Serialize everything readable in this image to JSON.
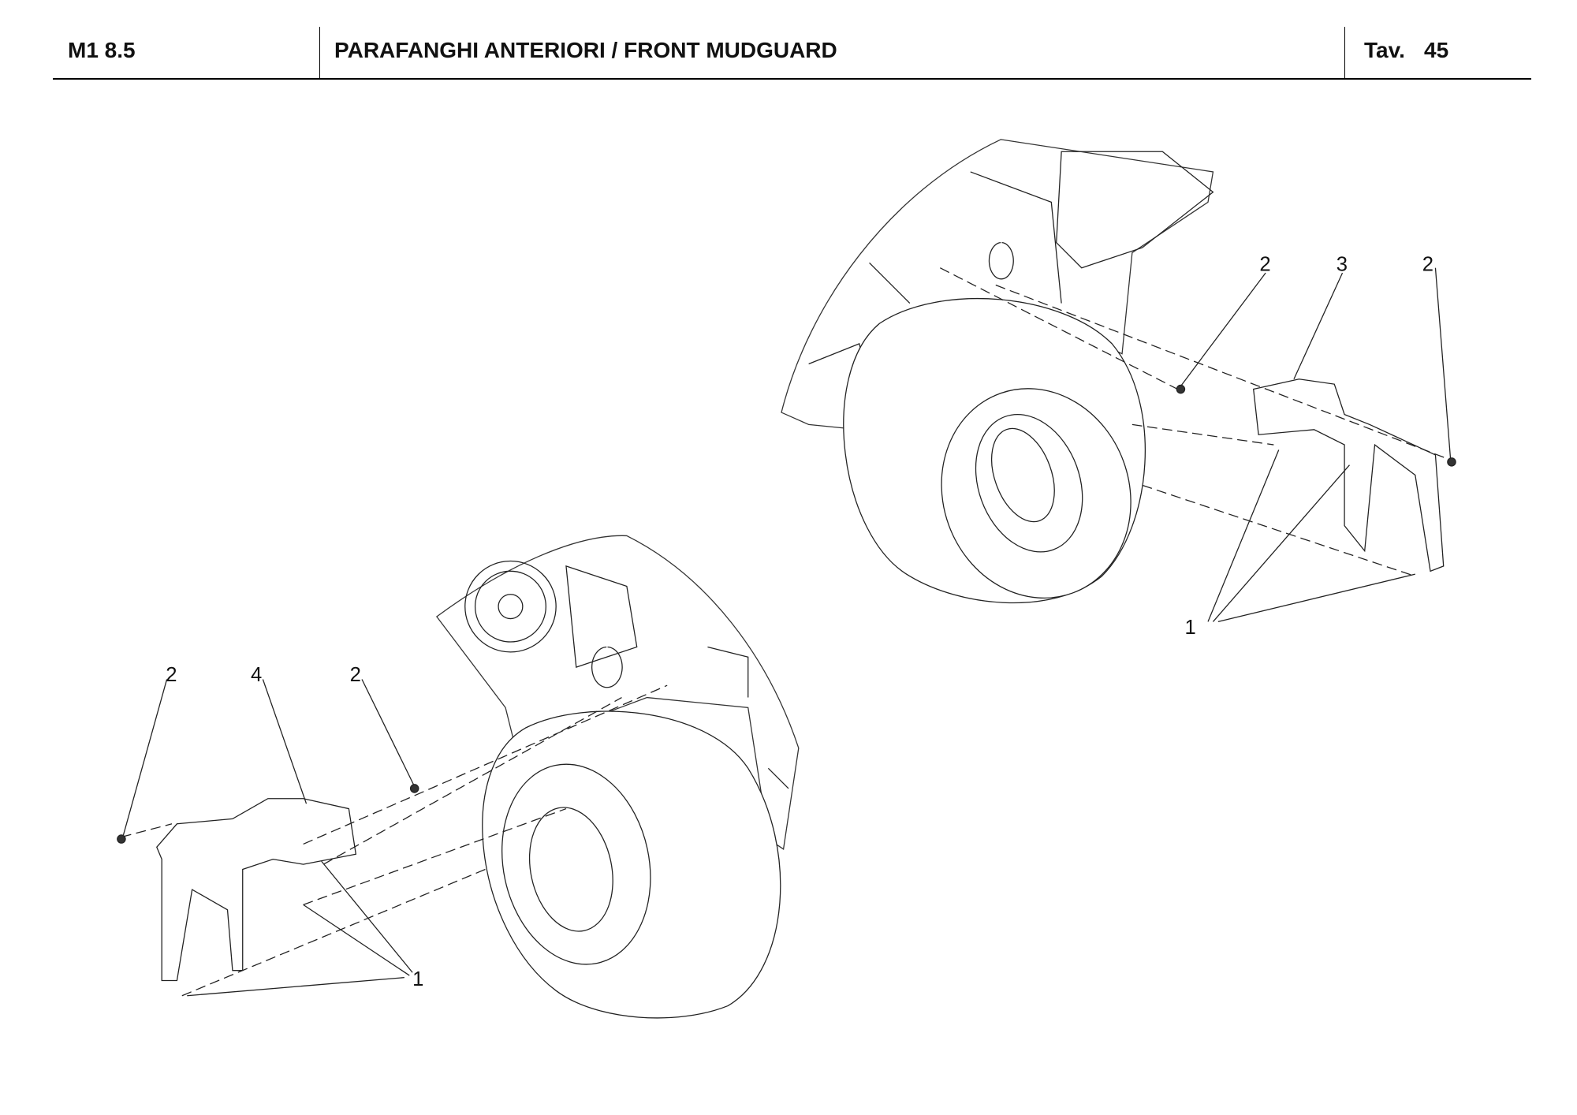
{
  "header": {
    "model": "M1 8.5",
    "title": "PARAFANGHI ANTERIORI / FRONT MUDGUARD",
    "table_label": "Tav.",
    "table_number": "45"
  },
  "callouts": {
    "upper": [
      "2",
      "3",
      "2",
      "1"
    ],
    "lower": [
      "2",
      "4",
      "2",
      "1"
    ]
  }
}
